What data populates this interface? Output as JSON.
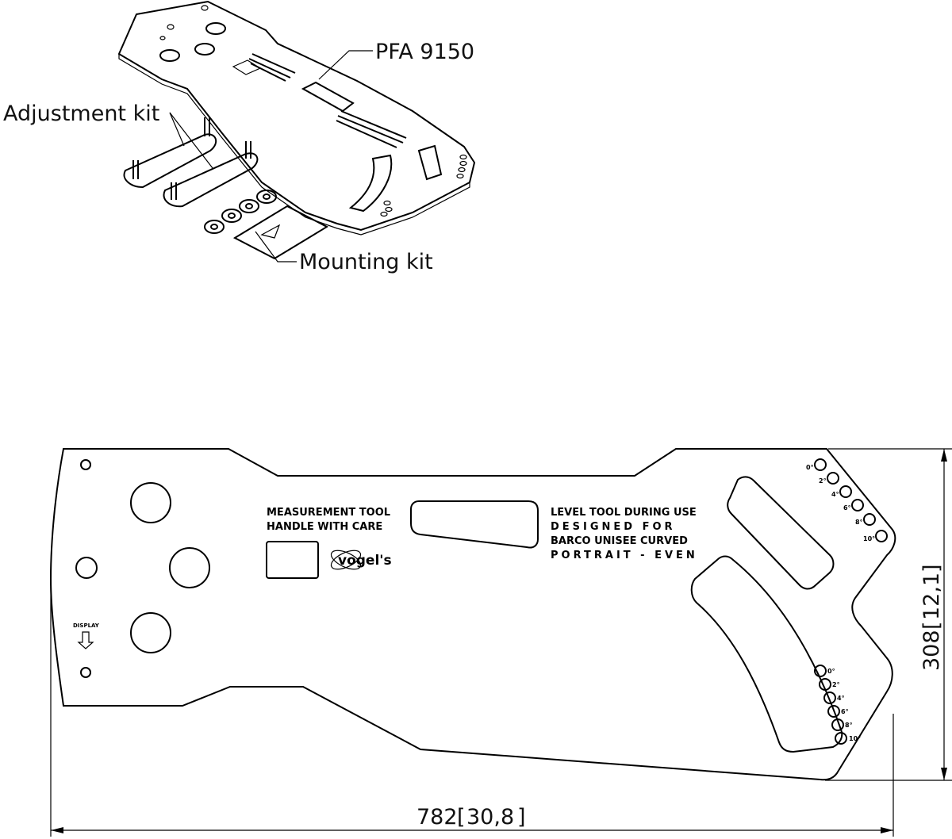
{
  "callouts": {
    "part_label": "PFA 9150",
    "adjustment_label": "Adjustment kit",
    "mounting_label": "Mounting kit"
  },
  "engraving": {
    "left_line1": "MEASUREMENT TOOL",
    "left_line2": "HANDLE WITH CARE",
    "right_line1": "LEVEL TOOL DURING USE",
    "right_line2": "DESIGNED FOR",
    "right_line3": "BARCO UNISEE CURVED",
    "right_line4": "PORTRAIT - EVEN",
    "display_label": "DISPLAY",
    "logo_text": "vogel's"
  },
  "angle_marks_top": [
    "0°",
    "2°",
    "4°",
    "6°",
    "8°",
    "10°"
  ],
  "angle_marks_bottom": [
    "0°",
    "2°",
    "4°",
    "6°",
    "8°",
    "10°"
  ],
  "dimensions": {
    "width_value": "782",
    "width_inch": "30,8",
    "height_value": "308",
    "height_inch": "12,1"
  }
}
